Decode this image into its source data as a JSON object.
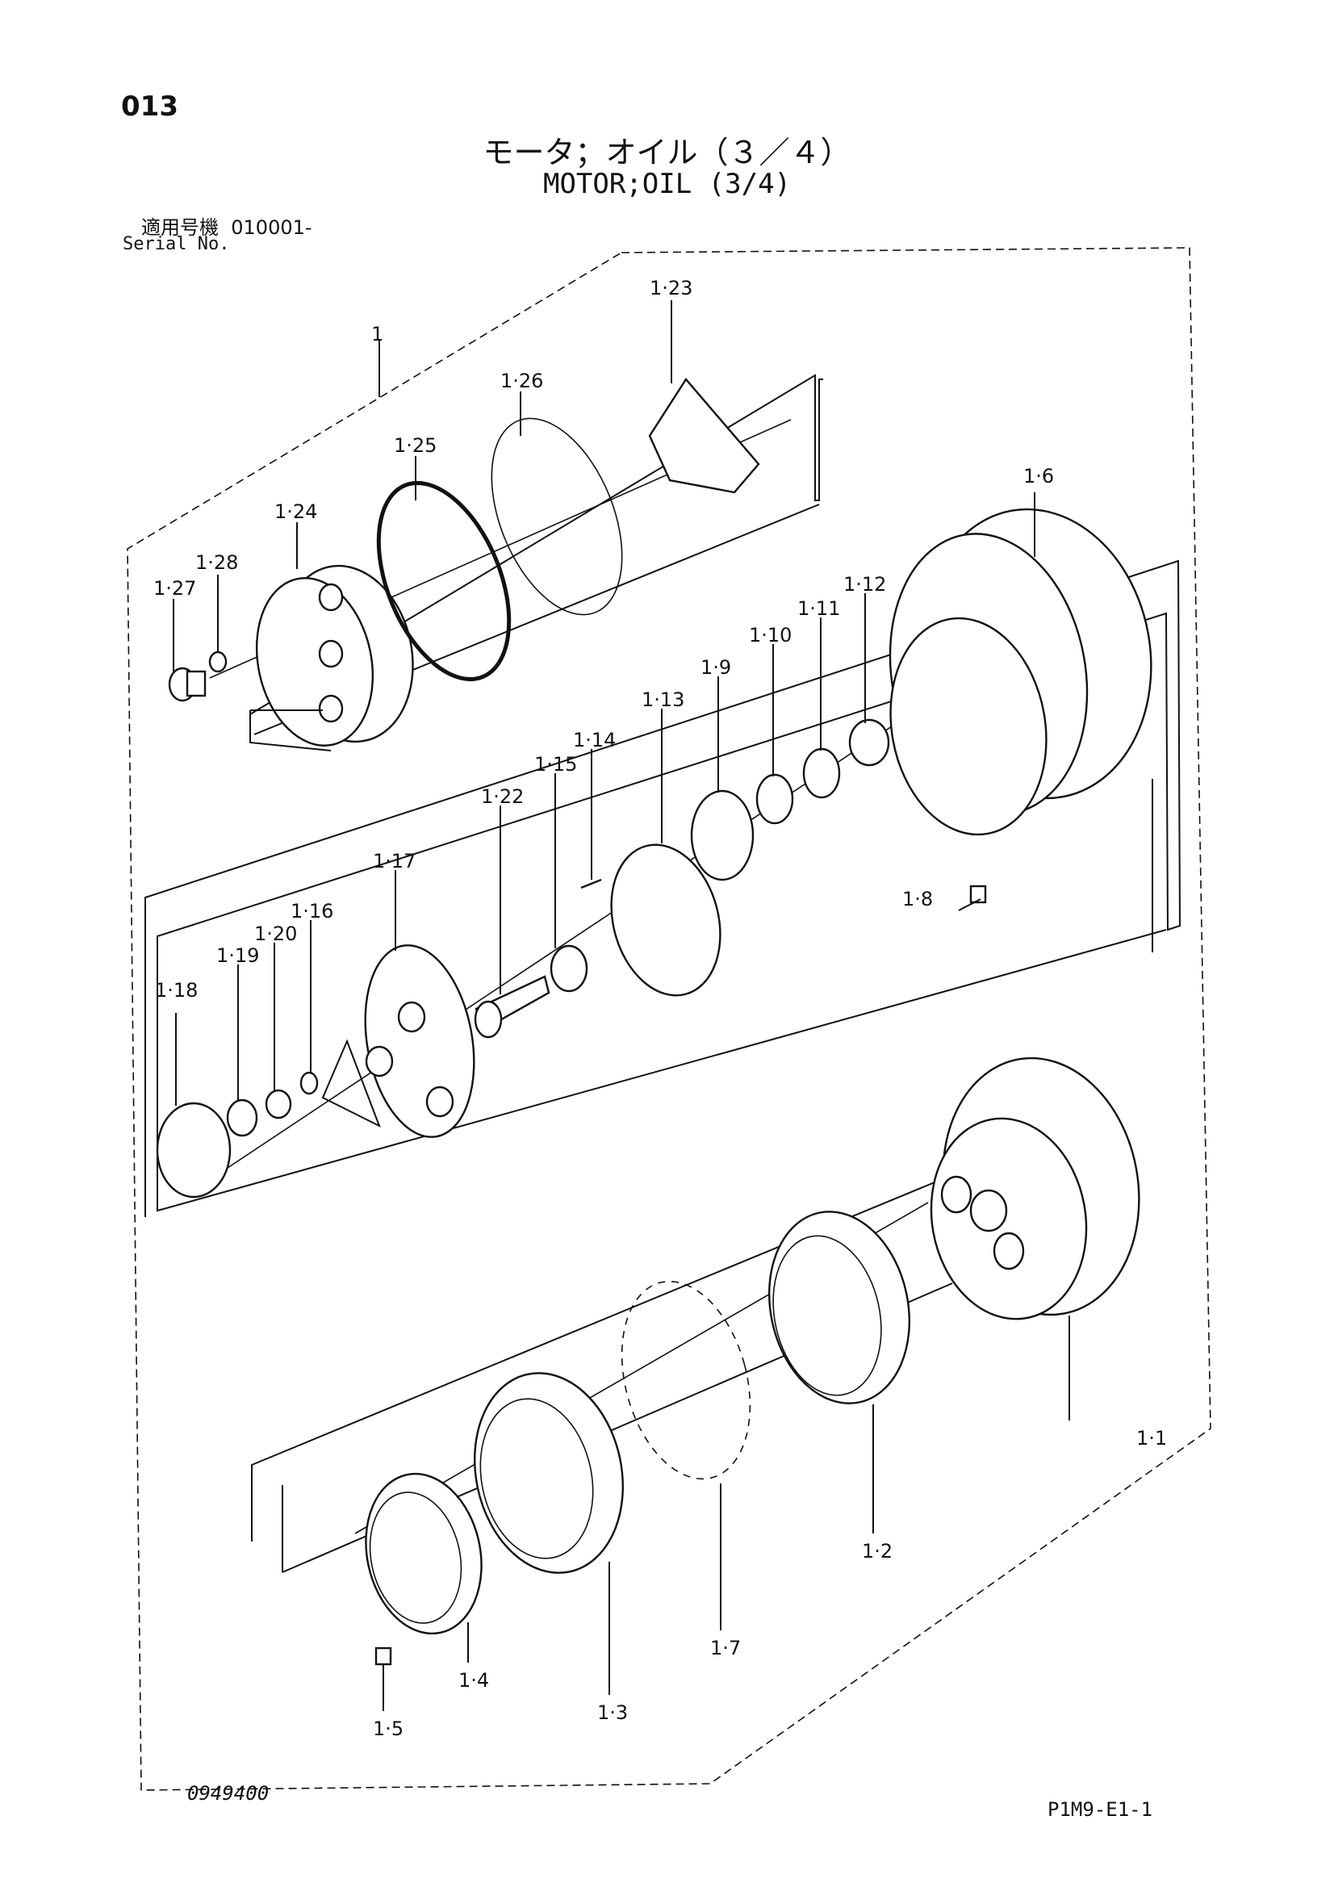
{
  "header": {
    "page_number": "013",
    "title_jp": "モータ；オイル（３／４）",
    "title_en": "MOTOR;OIL (3/4)",
    "serial_label_jp": "適用号機",
    "serial_value": "010001-",
    "serial_label_en": "Serial No."
  },
  "footer": {
    "doc_number": "0949400",
    "page_code": "P1M9-E1-1"
  },
  "callouts": {
    "p1": "1",
    "p1_1": "1·1",
    "p1_2": "1·2",
    "p1_3": "1·3",
    "p1_4": "1·4",
    "p1_5": "1·5",
    "p1_6": "1·6",
    "p1_7": "1·7",
    "p1_8": "1·8",
    "p1_9": "1·9",
    "p1_10": "1·10",
    "p1_11": "1·11",
    "p1_12": "1·12",
    "p1_13": "1·13",
    "p1_14": "1·14",
    "p1_15": "1·15",
    "p1_16": "1·16",
    "p1_17": "1·17",
    "p1_18": "1·18",
    "p1_19": "1·19",
    "p1_20": "1·20",
    "p1_22": "1·22",
    "p1_23": "1·23",
    "p1_24": "1·24",
    "p1_25": "1·25",
    "p1_26": "1·26",
    "p1_27": "1·27",
    "p1_28": "1·28"
  }
}
